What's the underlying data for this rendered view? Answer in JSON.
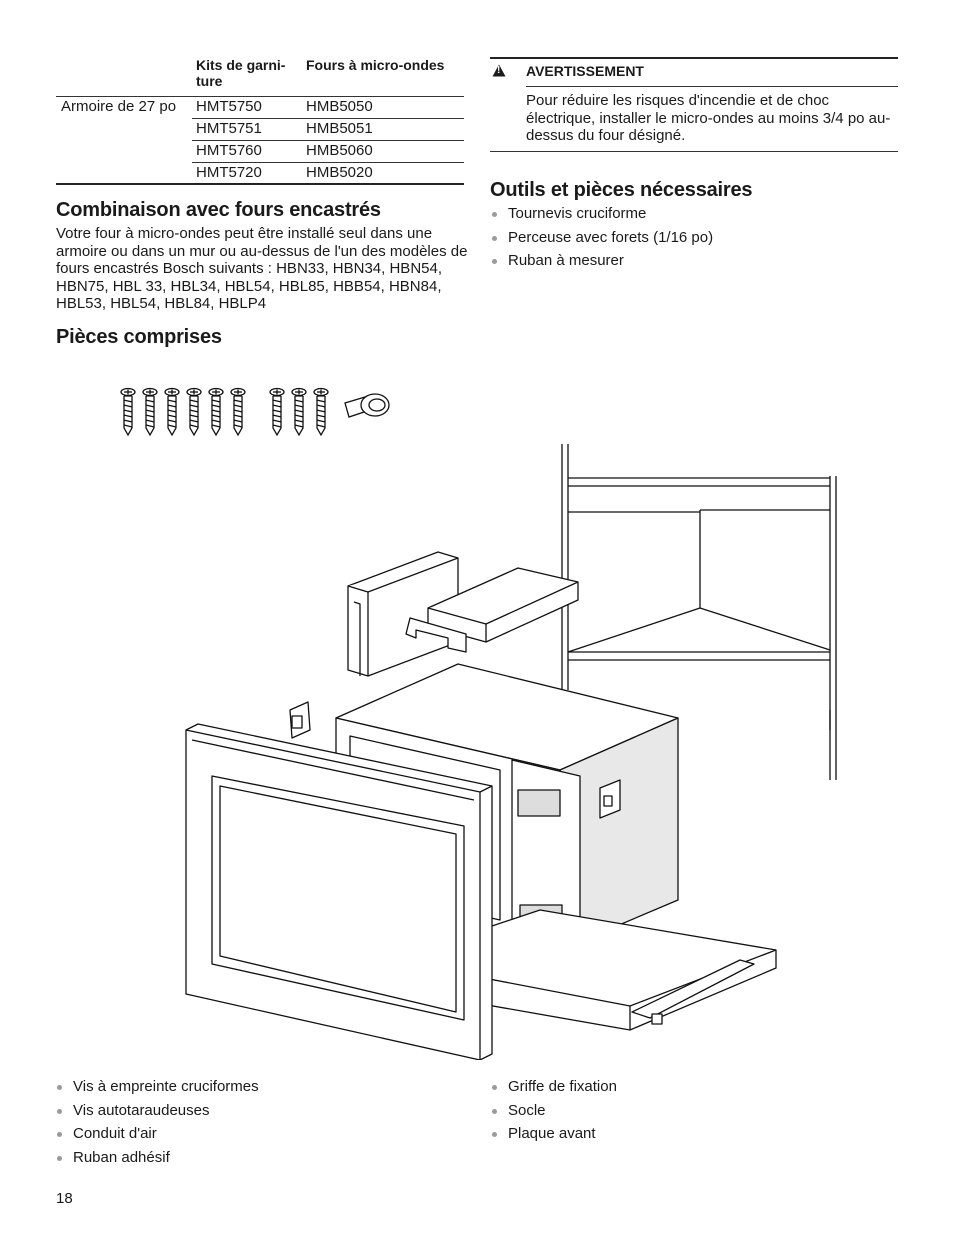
{
  "table": {
    "headers": [
      "Kits de garni-\nture",
      "Fours à micro-ondes"
    ],
    "row_label": "Armoire de 27 po",
    "rows": [
      [
        "HMT5750",
        "HMB5050"
      ],
      [
        "HMT5751",
        "HMB5051"
      ],
      [
        "HMT5760",
        "HMB5060"
      ],
      [
        "HMT5720",
        "HMB5020"
      ]
    ]
  },
  "combinaison": {
    "heading": "Combinaison avec fours encastrés",
    "text": "Votre four à micro-ondes peut être installé seul dans une armoire ou dans un mur ou au-dessus de l'un des modèles de fours encastrés Bosch suivants : HBN33, HBN34, HBN54, HBN75, HBL 33, HBL34, HBL54, HBL85, HBB54, HBN84, HBL53, HBL54, HBL84, HBLP4"
  },
  "pieces": {
    "heading": "Pièces comprises",
    "list_left": [
      "Vis à empreinte cruciformes",
      "Vis autotaraudeuses",
      "Conduit d'air",
      "Ruban adhésif"
    ],
    "list_right": [
      "Griffe de fixation",
      "Socle",
      "Plaque avant"
    ]
  },
  "warning": {
    "symbol": "!",
    "title": "AVERTISSEMENT",
    "text": "Pour réduire les risques d'incendie et de choc électrique, installer le micro-ondes au moins 3/4 po au-dessus du four désigné."
  },
  "outils": {
    "heading": "Outils et pièces nécessaires",
    "items": [
      "Tournevis cruciforme",
      "Perceuse avec forets (1/16 po)",
      "Ruban à mesurer"
    ]
  },
  "page_number": "18",
  "colors": {
    "text": "#1a1a1a",
    "bullet": "#9a9a9a",
    "rule": "#333333",
    "oven_side": "#e8e8e8"
  }
}
